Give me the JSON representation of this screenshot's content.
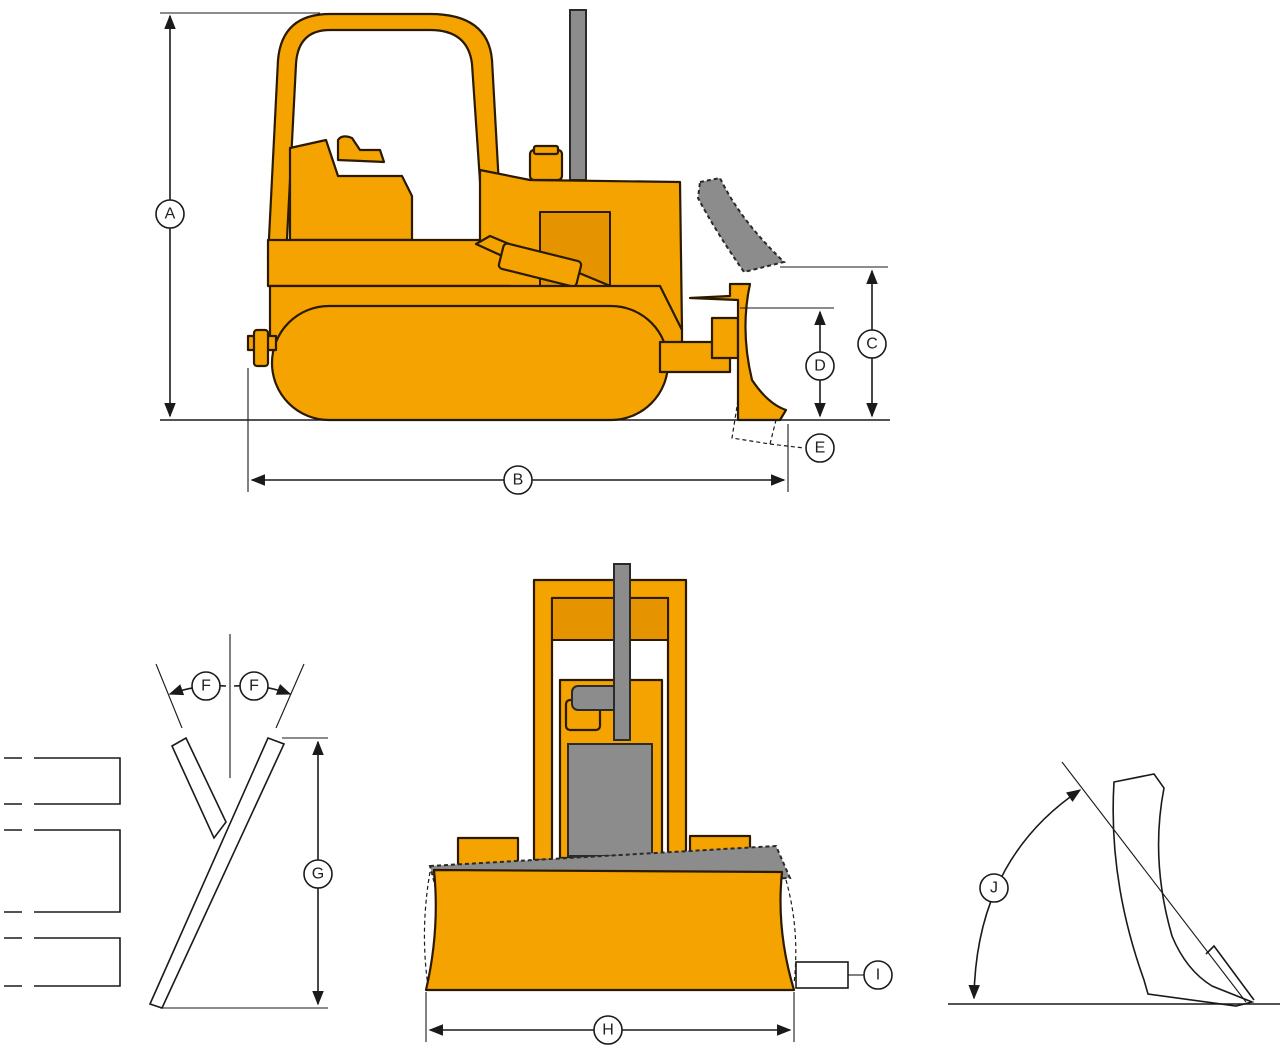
{
  "labels": {
    "A": "A",
    "B": "B",
    "C": "C",
    "D": "D",
    "E": "E",
    "F_left": "F",
    "F_right": "F",
    "G": "G",
    "H": "H",
    "I": "I",
    "J": "J"
  },
  "colors": {
    "machine_body": "#f5a300",
    "machine_shadow": "#e59400",
    "stack_grey": "#8c8c8c",
    "outline": "#2a1a00"
  }
}
